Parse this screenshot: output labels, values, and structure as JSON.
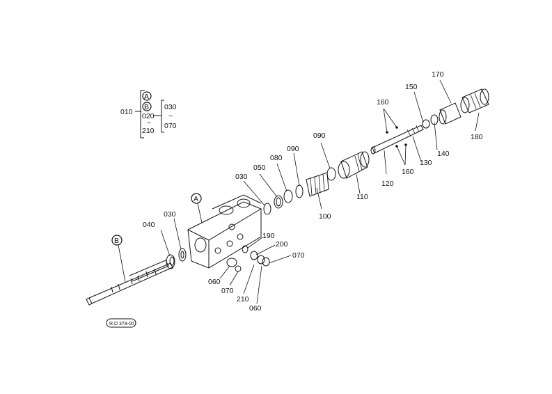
{
  "diagram": {
    "key": {
      "circle_a": "A",
      "circle_b": "B",
      "assembly": "010",
      "range_start": "020",
      "range_end": "210",
      "sub_range_start": "030",
      "sub_range_end": "070",
      "tilde_1": "~",
      "tilde_2": "~"
    },
    "callouts": {
      "p030_left": "030",
      "p040": "040",
      "p030_mid": "030",
      "p050": "050",
      "p080": "080",
      "p090_mid": "090",
      "p090_top": "090",
      "p100": "100",
      "p110": "110",
      "p120": "120",
      "p130": "130",
      "p140": "140",
      "p150": "150",
      "p160_top": "160",
      "p160_bottom": "160",
      "p170": "170",
      "p180": "180",
      "p190": "190",
      "p200": "200",
      "p070_right": "070",
      "p060_left": "060",
      "p070_left": "070",
      "p210": "210",
      "p060_bottom": "060",
      "ref_a": "A",
      "ref_b": "B"
    },
    "stamp": "R.D 378-00"
  }
}
